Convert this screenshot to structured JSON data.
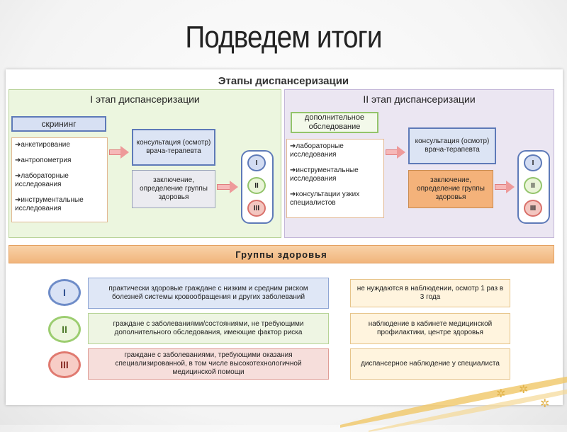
{
  "slide_title": "Подведем итоги",
  "board_title": "Этапы диспансеризации",
  "stage1": {
    "title": "I этап диспансеризации",
    "label": "скрининг",
    "items": [
      "анкетирование",
      "антропометрия",
      "лабораторные исследования",
      "инструментальные исследования"
    ],
    "consult": "консультация (осмотр) врача-терапевта",
    "conclusion": "заключение, определение группы здоровья"
  },
  "stage2": {
    "title": "II этап диспансеризации",
    "label": "дополнительное обследование",
    "items": [
      "лабораторные исследования",
      "инструментальные исследования",
      "консультации узких специалистов"
    ],
    "consult": "консультация (осмотр) врача-терапевта",
    "conclusion": "заключение, определение группы здоровья"
  },
  "group_markers": [
    "I",
    "II",
    "III"
  ],
  "groups_bar_title": "Группы здоровья",
  "groups": [
    {
      "numeral": "I",
      "description": "практически здоровые граждане с низким и средним риском болезней системы кровообращения и других заболеваний",
      "observation": "не нуждаются в наблюдении, осмотр 1 раз в 3 года"
    },
    {
      "numeral": "II",
      "description": "граждане с заболеваниями/состояниями, не требующими дополнительного обследования, имеющие фактор риска",
      "observation": "наблюдение в кабинете медицинской профилактики, центре здоровья"
    },
    {
      "numeral": "III",
      "description": "граждане с заболеваниями, требующими оказания специализированной, в том числе высокотехнологичной медицинской помощи",
      "observation": "диспансерное наблюдение у специалиста"
    }
  ],
  "colors": {
    "stage1_bg": "#ecf6df",
    "stage2_bg": "#ebe6f2",
    "accent_blue": "#5e7ab8",
    "accent_green": "#93c46b",
    "accent_red": "#d9706a",
    "groups_bar": "#f1b57c"
  },
  "icons": [
    "arrow-right-icon",
    "star-decor-icon"
  ]
}
